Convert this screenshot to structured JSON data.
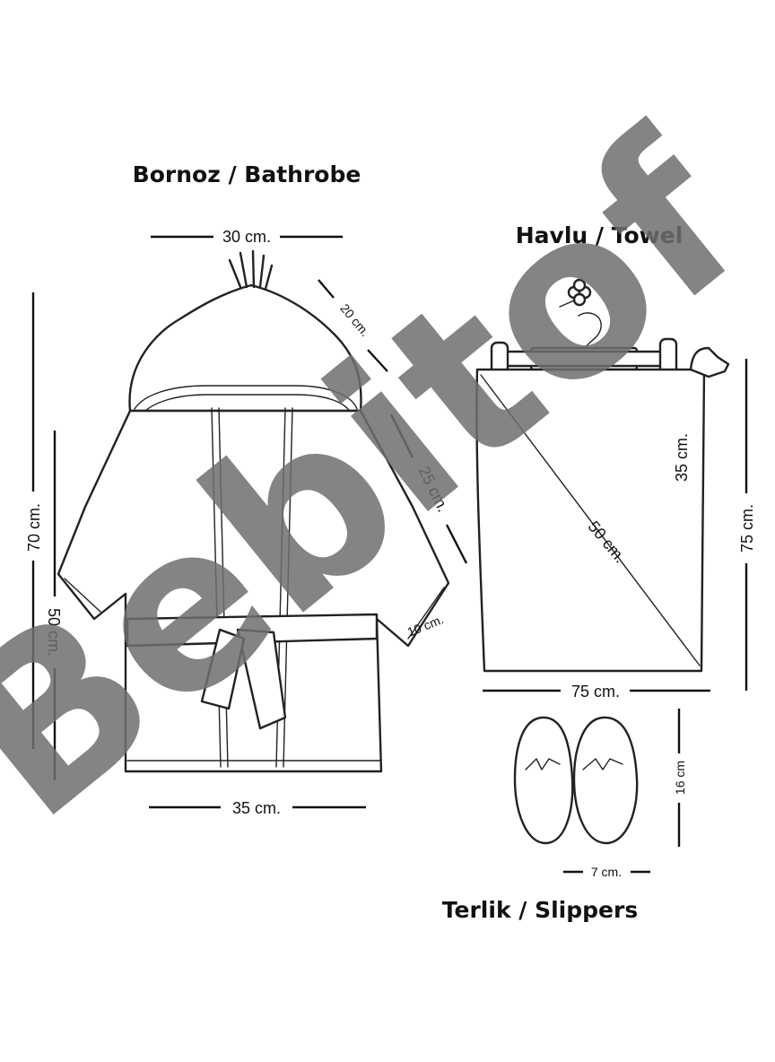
{
  "sections": {
    "bathrobe": {
      "title": "Bornoz / Bathrobe",
      "dims": {
        "hood_width": "30 cm.",
        "hood_slope": "20 cm.",
        "sleeve": "25 cm.",
        "sleeve_end": "10 cm.",
        "total_length": "70 cm.",
        "body_length": "50 cm.",
        "bottom_width": "35 cm."
      }
    },
    "towel": {
      "title": "Havlu  / Towel",
      "dims": {
        "hood_height": "35 cm.",
        "hood_diagonal": "50 cm.",
        "width": "75 cm.",
        "height": "75 cm."
      }
    },
    "slippers": {
      "title": "Terlik  / Slippers",
      "dims": {
        "length": "16 cm",
        "width": "7 cm."
      }
    }
  },
  "watermark": {
    "text": "Bebitof",
    "color": "#6e6e6e"
  },
  "icons": [
    "bathrobe-icon",
    "towel-icon",
    "hanger-icon",
    "slippers-icon",
    "flower-icon",
    "hand-icon"
  ]
}
